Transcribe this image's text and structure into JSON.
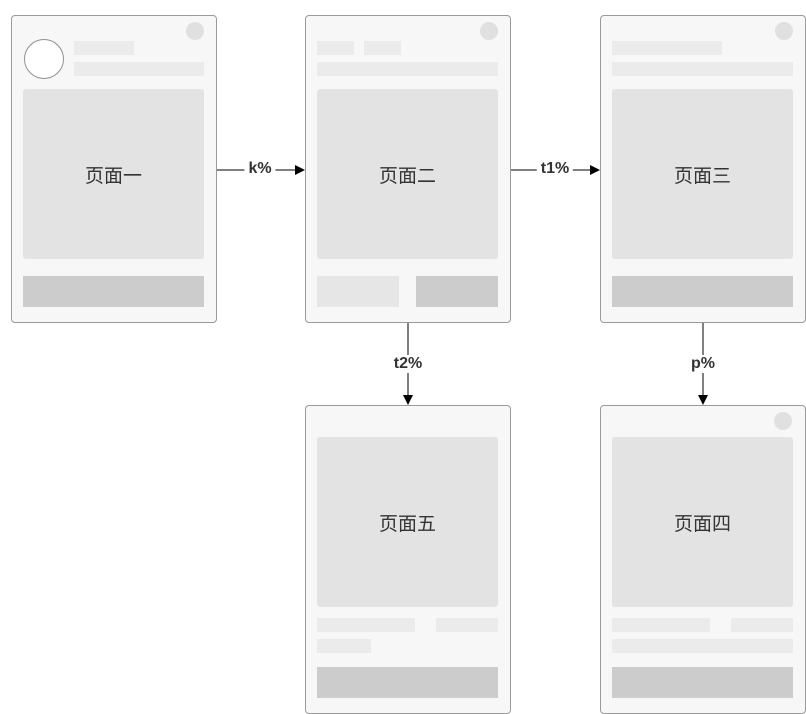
{
  "pages": [
    {
      "id": "p1",
      "label": "页面一"
    },
    {
      "id": "p2",
      "label": "页面二"
    },
    {
      "id": "p3",
      "label": "页面三"
    },
    {
      "id": "p4",
      "label": "页面四"
    },
    {
      "id": "p5",
      "label": "页面五"
    }
  ],
  "edges": [
    {
      "from": "页面一",
      "to": "页面二",
      "label": "k%"
    },
    {
      "from": "页面二",
      "to": "页面三",
      "label": "t1%"
    },
    {
      "from": "页面二",
      "to": "页面五",
      "label": "t2%"
    },
    {
      "from": "页面三",
      "to": "页面四",
      "label": "p%"
    }
  ],
  "colors": {
    "page_fill": "#f7f7f7",
    "page_border": "#9a9a9a",
    "content_block": "#e3e3e3",
    "button_block": "#cccccc",
    "arrow": "#000000"
  }
}
